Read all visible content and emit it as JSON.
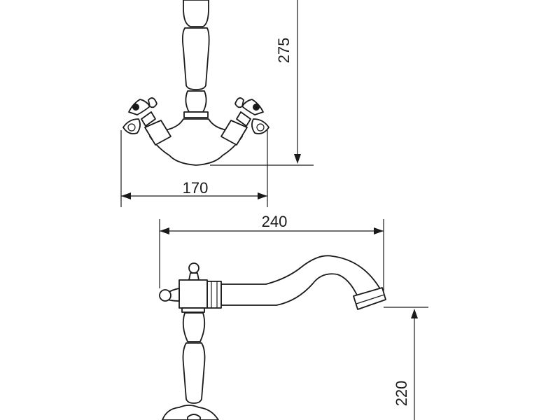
{
  "dimensions": {
    "spout_height": "275",
    "base_width": "170",
    "spout_reach": "240",
    "outlet_height": "220"
  },
  "colors": {
    "line": "#1a1a1a",
    "background": "#ffffff"
  }
}
